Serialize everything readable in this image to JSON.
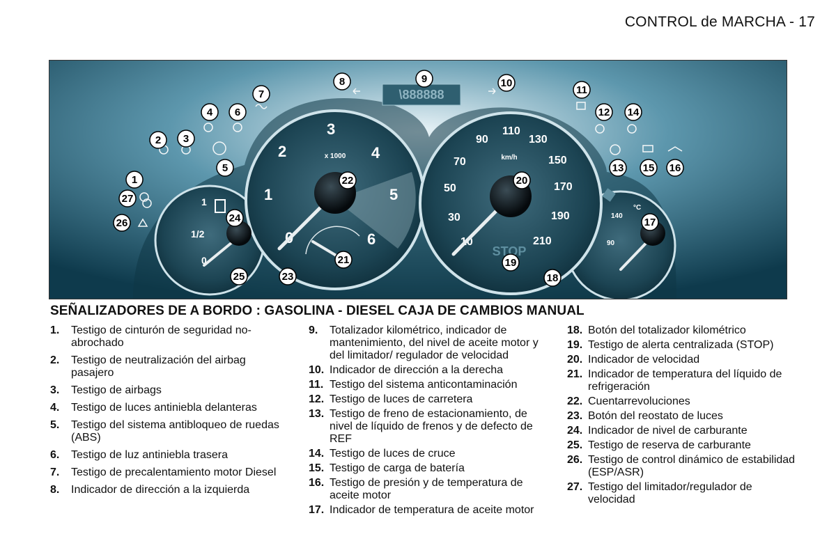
{
  "header": {
    "title": "CONTROL de MARCHA - 17"
  },
  "section": {
    "title": "SEÑALIZADORES DE A BORDO : GASOLINA - DIESEL CAJA DE CAMBIOS MANUAL"
  },
  "dashboard": {
    "odometer_display": "\\888888",
    "stop_label": "STOP",
    "tach_unit": "x 1000",
    "speed_unit": "km/h",
    "tach_ticks": [
      "0",
      "1",
      "2",
      "3",
      "4",
      "5",
      "6"
    ],
    "speed_ticks": [
      "10",
      "30",
      "50",
      "70",
      "90",
      "110",
      "130",
      "150",
      "170",
      "190",
      "210"
    ],
    "fuel_ticks": [
      "0",
      "1/2",
      "1"
    ],
    "temp_ticks": [
      "140",
      "90"
    ],
    "temp_unit": "°C",
    "callouts": [
      "1",
      "2",
      "3",
      "4",
      "5",
      "6",
      "7",
      "8",
      "9",
      "10",
      "11",
      "12",
      "13",
      "14",
      "15",
      "16",
      "17",
      "18",
      "19",
      "20",
      "21",
      "22",
      "23",
      "24",
      "25",
      "26",
      "27"
    ]
  },
  "items": [
    {
      "num": "1.",
      "text": "Testigo de cinturón de seguridad no-abrochado"
    },
    {
      "num": "2.",
      "text": "Testigo de neutralización del airbag pasajero"
    },
    {
      "num": "3.",
      "text": "Testigo de airbags"
    },
    {
      "num": "4.",
      "text": "Testigo de luces antiniebla delanteras"
    },
    {
      "num": "5.",
      "text": "Testigo del sistema antibloqueo de ruedas (ABS)"
    },
    {
      "num": "6.",
      "text": "Testigo de luz antiniebla trasera"
    },
    {
      "num": "7.",
      "text": "Testigo de precalentamiento motor Diesel"
    },
    {
      "num": "8.",
      "text": "Indicador de dirección a la izquierda"
    },
    {
      "num": "9.",
      "text": "Totalizador kilométrico, indicador de mantenimiento, del nivel de aceite motor y del limitador/ regulador de velocidad"
    },
    {
      "num": "10.",
      "text": "Indicador de dirección a la derecha"
    },
    {
      "num": "11.",
      "text": "Testigo del sistema anticontaminación"
    },
    {
      "num": "12.",
      "text": "Testigo de luces de carretera"
    },
    {
      "num": "13.",
      "text": "Testigo de freno de estacionamiento, de nivel de líquido de frenos y de defecto de REF"
    },
    {
      "num": "14.",
      "text": "Testigo de luces de cruce"
    },
    {
      "num": "15.",
      "text": "Testigo de carga de batería"
    },
    {
      "num": "16.",
      "text": "Testigo de presión y de temperatura de aceite motor"
    },
    {
      "num": "17.",
      "text": "Indicador de temperatura de aceite motor"
    },
    {
      "num": "18.",
      "text": "Botón del totalizador kilométrico"
    },
    {
      "num": "19.",
      "text": "Testigo de alerta centralizada (STOP)"
    },
    {
      "num": "20.",
      "text": "Indicador de velocidad"
    },
    {
      "num": "21.",
      "text": "Indicador de temperatura del líquido de refrigeración"
    },
    {
      "num": "22.",
      "text": "Cuentarrevoluciones"
    },
    {
      "num": "23.",
      "text": "Botón del reostato de luces"
    },
    {
      "num": "24.",
      "text": "Indicador de nivel de carburante"
    },
    {
      "num": "25.",
      "text": "Testigo de reserva de carburante"
    },
    {
      "num": "26.",
      "text": "Testigo de control dinámico de estabilidad (ESP/ASR)"
    },
    {
      "num": "27.",
      "text": "Testigo del limitador/regulador de velocidad"
    }
  ]
}
